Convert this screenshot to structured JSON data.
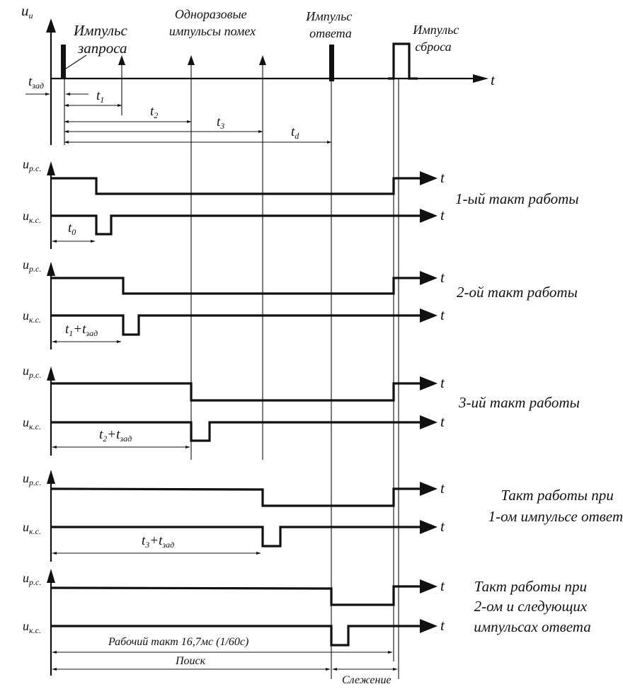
{
  "top": {
    "y_axis_symbol": "u",
    "y_axis_subscript": "и",
    "t_axis": "t",
    "tzad_symbol": "t",
    "tzad_subscript": "зад",
    "request_pulse_label": [
      "Импульс",
      "запроса"
    ],
    "noise_label": [
      "Одноразовые",
      "импульсы помех"
    ],
    "response_label": [
      "Импульс",
      "ответа"
    ],
    "reset_label": [
      "Импульс",
      "сброса"
    ],
    "t1": {
      "sym": "t",
      "sub": "1"
    },
    "t2": {
      "sym": "t",
      "sub": "2"
    },
    "t3": {
      "sym": "t",
      "sub": "3"
    },
    "td": {
      "sym": "t",
      "sub": "d"
    }
  },
  "rows": [
    {
      "urs_sym": "u",
      "urs_sub": "р.с.",
      "uks_sym": "u",
      "uks_sub": "к.с.",
      "t": "t",
      "caption": [
        "1-ый такт работы"
      ],
      "interval": {
        "sym": "t",
        "sub": "0",
        "rest": "",
        "rest_sub": ""
      }
    },
    {
      "urs_sym": "u",
      "urs_sub": "р.с.",
      "uks_sym": "u",
      "uks_sub": "к.с.",
      "t": "t",
      "caption": [
        "2-ой такт работы"
      ],
      "interval": {
        "sym": "t",
        "sub": "1",
        "rest": "+t",
        "rest_sub": "зад"
      }
    },
    {
      "urs_sym": "u",
      "urs_sub": "р.с.",
      "uks_sym": "u",
      "uks_sub": "к.с.",
      "t": "t",
      "caption": [
        "3-ий такт работы"
      ],
      "interval": {
        "sym": "t",
        "sub": "2",
        "rest": "+t",
        "rest_sub": "зад"
      }
    },
    {
      "urs_sym": "u",
      "urs_sub": "р.с.",
      "uks_sym": "u",
      "uks_sub": "к.с.",
      "t": "t",
      "caption": [
        "Такт работы при",
        "1-ом импульсе ответ"
      ],
      "interval": {
        "sym": "t",
        "sub": "3",
        "rest": "+t",
        "rest_sub": "зад"
      }
    },
    {
      "urs_sym": "u",
      "urs_sub": "р.с.",
      "uks_sym": "u",
      "uks_sub": "к.с.",
      "t": "t",
      "caption": [
        "Такт работы при",
        "2-ом и следующих",
        "импульсах ответа"
      ],
      "interval": {
        "sym": "",
        "sub": "",
        "rest": "",
        "rest_sub": ""
      }
    }
  ],
  "bottom": {
    "work_cycle": "Рабочий такт 16,7мс (1/60с)",
    "search": "Поиск",
    "tracking": "Слежение"
  }
}
